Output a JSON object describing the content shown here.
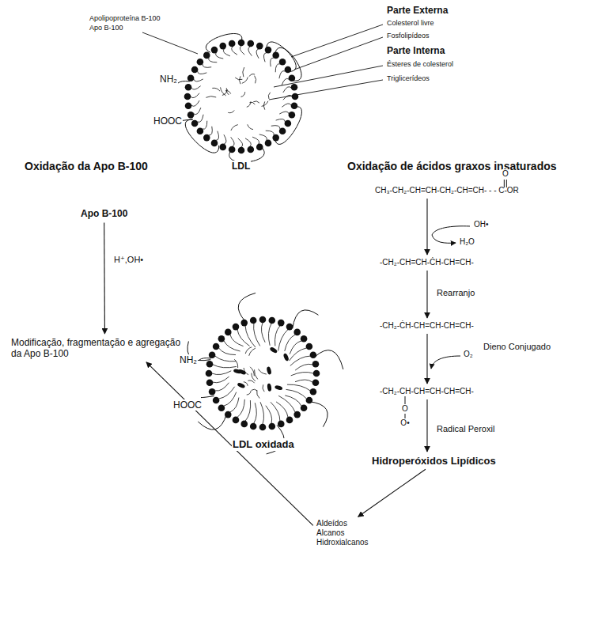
{
  "diagram": {
    "nodes": [
      {
        "text": [
          "Apo B-100"
        ]
      },
      {
        "text": [
          "Modificação, fragmentação e agregação da Apo B-100"
        ]
      },
      {
        "text": [
          "CH₃-CH₂-CH=CH-CH₂-CH=CH- - - C-OR"
        ]
      },
      {
        "text": [
          "-CH₂-CH=CH-ĊH-CH=CH-"
        ]
      },
      {
        "text": [
          "-CH₂-ĊH-CH=CH-CH=CH-"
        ]
      },
      {
        "text": [
          "-CH₂-CH-CH=CH-CH=CH-"
        ]
      },
      {
        "text": [
          "Hidroperóxidos Lipídicos"
        ]
      },
      {
        "text": [
          "Aldeídos Alcanos Hidroxialcanos"
        ]
      }
    ],
    "edges": [
      {
        "from": 0,
        "to": 1,
        "arrow": "to",
        "label": "H⁺,OH•"
      },
      {
        "from": 2,
        "to": 3,
        "arrow": "to"
      },
      {
        "from": 3,
        "to": 4,
        "arrow": "to",
        "label": "Rearranjo"
      },
      {
        "from": 4,
        "to": 5,
        "arrow": "to"
      },
      {
        "from": 5,
        "to": 6,
        "arrow": "to",
        "label": "Radical Peroxil"
      },
      {
        "from": 6,
        "to": 7,
        "arrow": "to"
      },
      {
        "from": 7,
        "to": 1,
        "arrow": "to"
      }
    ],
    "labels": [
      "Apolipoproteína B-100",
      "Apo B-100",
      "NH₂",
      "HOOC",
      "LDL",
      "Parte Externa",
      "Colesterol livre",
      "Fosfolipídeos",
      "Parte Interna",
      "Ésteres de colesterol",
      "Triglicerídeos",
      "Oxidação da Apo B-100",
      "Oxidação de ácidos graxos insaturados",
      "O",
      "OH•",
      "H₂O",
      "O₂",
      "Dieno Conjugado",
      "O",
      "O•",
      "NH₂",
      "HOOC",
      "LDL oxidada"
    ]
  }
}
